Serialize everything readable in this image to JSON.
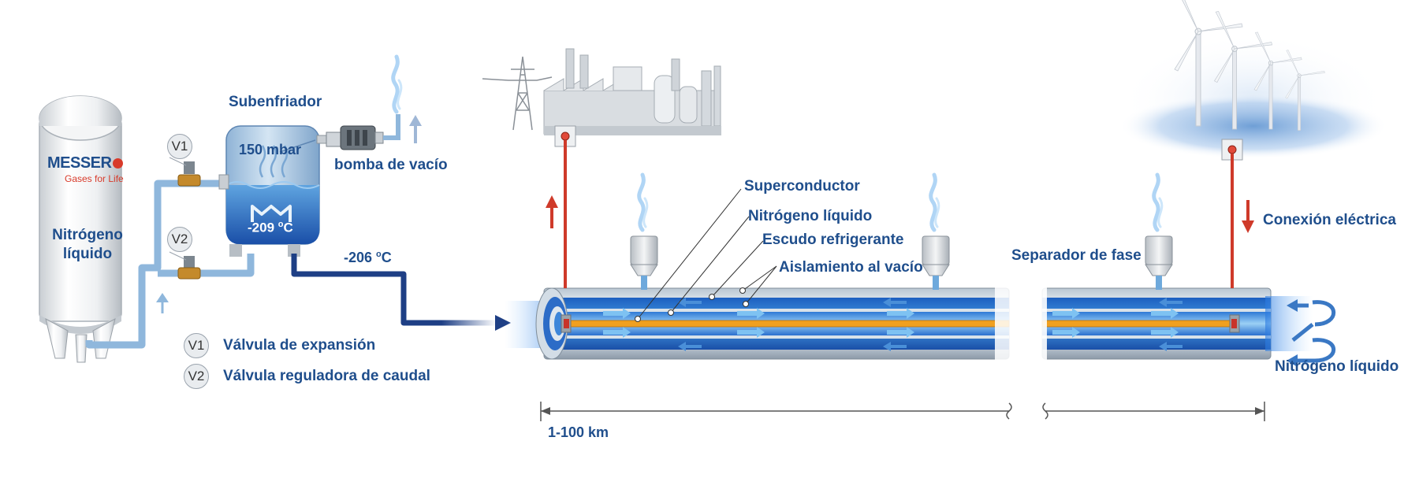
{
  "brand": {
    "name": "MESSER",
    "tagline": "Gases for Life"
  },
  "tank": {
    "label_line1": "Nitrógeno",
    "label_line2": "líquido"
  },
  "valves": [
    {
      "badge": "V1",
      "description": "Válvula de expansión"
    },
    {
      "badge": "V2",
      "description": "Válvula reguladora de caudal"
    }
  ],
  "subcooler": {
    "title": "Subenfriador",
    "pressure": "150 mbar",
    "temperature_value": "-209",
    "temperature_unit": "C",
    "degree": "o"
  },
  "vacuum_pump": {
    "label": "bomba de vacío"
  },
  "feed_line": {
    "temperature_value": "-206",
    "degree": "o",
    "unit": "C"
  },
  "cable": {
    "labels": {
      "superconductor": "Superconductor",
      "liquid_nitrogen": "Nitrógeno líquido",
      "coolant_shield": "Escudo refrigerante",
      "vacuum_insulation": "Aislamiento al vacío"
    },
    "phase_separator": "Separador de fase",
    "electrical_connection": "Conexión eléctrica",
    "return_nitrogen": "Nitrógeno líquido"
  },
  "length_scale": {
    "label": "1-100 km"
  },
  "colors": {
    "label_blue": "#1f4e8c",
    "line_blue": "#1e3f85",
    "pipe_light_blue": "#8fb7dc",
    "nitrogen_blue": "#1a64c8",
    "superconductor_orange": "#f0a020",
    "electric_red": "#cf3a2a"
  },
  "icons": [
    "messer-logo-icon",
    "factory-icon",
    "power-pylon-icon",
    "wind-turbine-icon",
    "steam-icon",
    "valve-icon",
    "vacuum-pump-icon",
    "flow-arrow-icon"
  ]
}
